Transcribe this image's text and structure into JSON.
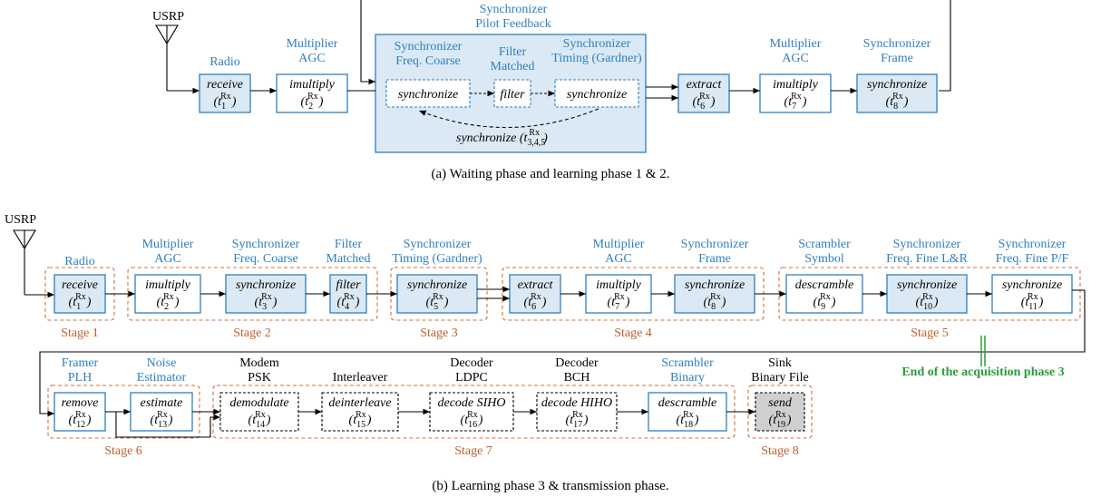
{
  "caption_a": "(a) Waiting phase and learning phase 1 & 2.",
  "caption_b": "(b) Learning phase 3 & transmission phase.",
  "usrp": "USRP",
  "acq_end": "End of the acquisition phase 3",
  "sync_group": {
    "line1": "Synchronizer",
    "line2": "Pilot Feedback",
    "loop_fn": "synchronize",
    "loop_t": "3,4,5"
  },
  "tsup": "Rx",
  "a_tasks": [
    {
      "mod1": "Radio",
      "mod2": "",
      "fn": "receive",
      "idx": "1"
    },
    {
      "mod1": "Multiplier",
      "mod2": "AGC",
      "fn": "imultiply",
      "idx": "2"
    },
    {
      "mod1": "Synchronizer",
      "mod2": "Freq. Coarse",
      "fn": "synchronize",
      "idx": ""
    },
    {
      "mod1": "Filter",
      "mod2": "Matched",
      "fn": "filter",
      "idx": ""
    },
    {
      "mod1": "Synchronizer",
      "mod2": "Timing (Gardner)",
      "fn": "synchronize",
      "idx": ""
    },
    {
      "mod1": "",
      "mod2": "",
      "fn": "extract",
      "idx": "6"
    },
    {
      "mod1": "Multiplier",
      "mod2": "AGC",
      "fn": "imultiply",
      "idx": "7"
    },
    {
      "mod1": "Synchronizer",
      "mod2": "Frame",
      "fn": "synchronize",
      "idx": "8"
    }
  ],
  "b_tasks": [
    {
      "mod1": "Radio",
      "mod2": "",
      "fn": "receive",
      "idx": "1"
    },
    {
      "mod1": "Multiplier",
      "mod2": "AGC",
      "fn": "imultiply",
      "idx": "2"
    },
    {
      "mod1": "Synchronizer",
      "mod2": "Freq. Coarse",
      "fn": "synchronize",
      "idx": "3"
    },
    {
      "mod1": "Filter",
      "mod2": "Matched",
      "fn": "filter",
      "idx": "4"
    },
    {
      "mod1": "Synchronizer",
      "mod2": "Timing (Gardner)",
      "fn": "synchronize",
      "idx": "5"
    },
    {
      "mod1": "",
      "mod2": "",
      "fn": "extract",
      "idx": "6"
    },
    {
      "mod1": "Multiplier",
      "mod2": "AGC",
      "fn": "imultiply",
      "idx": "7"
    },
    {
      "mod1": "Synchronizer",
      "mod2": "Frame",
      "fn": "synchronize",
      "idx": "8"
    },
    {
      "mod1": "Scrambler",
      "mod2": "Symbol",
      "fn": "descramble",
      "idx": "9"
    },
    {
      "mod1": "Synchronizer",
      "mod2": "Freq. Fine L&R",
      "fn": "synchronize",
      "idx": "10"
    },
    {
      "mod1": "Synchronizer",
      "mod2": "Freq. Fine P/F",
      "fn": "synchronize",
      "idx": "11"
    },
    {
      "mod1": "Framer",
      "mod2": "PLH",
      "fn": "remove",
      "idx": "12"
    },
    {
      "mod1": "Noise",
      "mod2": "Estimator",
      "fn": "estimate",
      "idx": "13"
    },
    {
      "mod1": "Modem",
      "mod2": "PSK",
      "fn": "demodulate",
      "idx": "14"
    },
    {
      "mod1": "Interleaver",
      "mod2": "",
      "fn": "deinterleave",
      "idx": "15"
    },
    {
      "mod1": "Decoder",
      "mod2": "LDPC",
      "fn": "decode SIHO",
      "idx": "16"
    },
    {
      "mod1": "Decoder",
      "mod2": "BCH",
      "fn": "decode HIHO",
      "idx": "17"
    },
    {
      "mod1": "Scrambler",
      "mod2": "Binary",
      "fn": "descramble",
      "idx": "18"
    },
    {
      "mod1": "Sink",
      "mod2": "Binary File",
      "fn": "send",
      "idx": "19"
    }
  ],
  "stages": [
    "Stage 1",
    "Stage 2",
    "Stage 3",
    "Stage 4",
    "Stage 5",
    "Stage 6",
    "Stage 7",
    "Stage 8"
  ]
}
